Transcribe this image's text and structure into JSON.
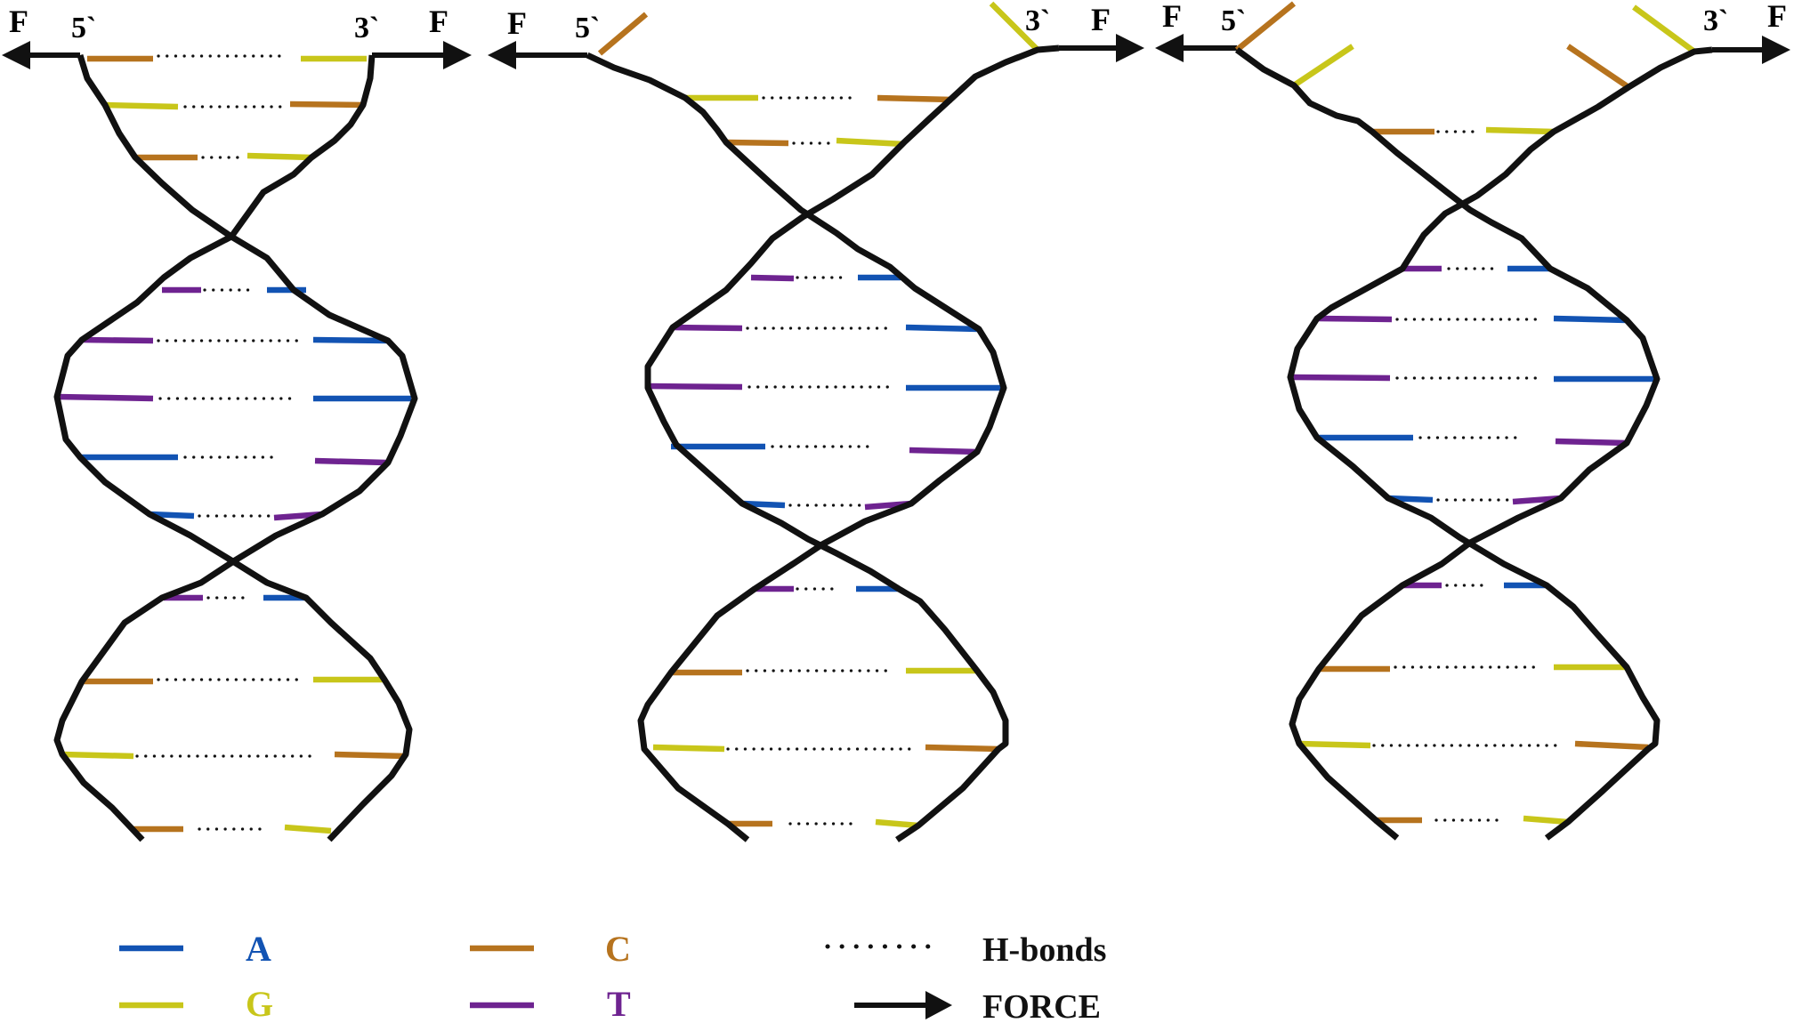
{
  "colors": {
    "A": "#1253b3",
    "G": "#c8c61a",
    "C": "#b6731e",
    "T": "#6e2390",
    "strand": "#111111"
  },
  "panels": [
    {
      "force_left": "F",
      "end_5": "5`",
      "end_3": "3`",
      "force_right": "F",
      "pairs": [
        [
          "C",
          "G"
        ],
        [
          "G",
          "C"
        ],
        [
          "C",
          "G"
        ],
        [
          "T",
          "A"
        ],
        [
          "T",
          "A"
        ],
        [
          "T",
          "A"
        ],
        [
          "A",
          "T"
        ],
        [
          "A",
          "T"
        ],
        [
          "T",
          "A"
        ],
        [
          "C",
          "G"
        ],
        [
          "G",
          "C"
        ],
        [
          "C",
          "G"
        ]
      ]
    },
    {
      "force_left": "F",
      "end_5": "5`",
      "end_3": "3`",
      "force_right": "F",
      "pairs": [
        [
          "G",
          "C"
        ],
        [
          "C",
          "G"
        ],
        [
          "T",
          "A"
        ],
        [
          "T",
          "A"
        ],
        [
          "T",
          "A"
        ],
        [
          "A",
          "T"
        ],
        [
          "A",
          "T"
        ],
        [
          "T",
          "A"
        ],
        [
          "C",
          "G"
        ],
        [
          "G",
          "C"
        ],
        [
          "C",
          "G"
        ]
      ],
      "unpaired_5": [
        "C"
      ],
      "unpaired_3": [
        "G"
      ]
    },
    {
      "force_left": "F",
      "end_5": "5`",
      "end_3": "3`",
      "force_right": "F",
      "pairs": [
        [
          "C",
          "G"
        ],
        [
          "T",
          "A"
        ],
        [
          "T",
          "A"
        ],
        [
          "T",
          "A"
        ],
        [
          "A",
          "T"
        ],
        [
          "A",
          "T"
        ],
        [
          "T",
          "A"
        ],
        [
          "C",
          "G"
        ],
        [
          "G",
          "C"
        ],
        [
          "C",
          "G"
        ]
      ],
      "unpaired_5": [
        "C",
        "G"
      ],
      "unpaired_3": [
        "C",
        "G"
      ]
    }
  ],
  "legend": {
    "A": "A",
    "G": "G",
    "C": "C",
    "T": "T",
    "hbonds": "H-bonds",
    "force": "FORCE"
  }
}
